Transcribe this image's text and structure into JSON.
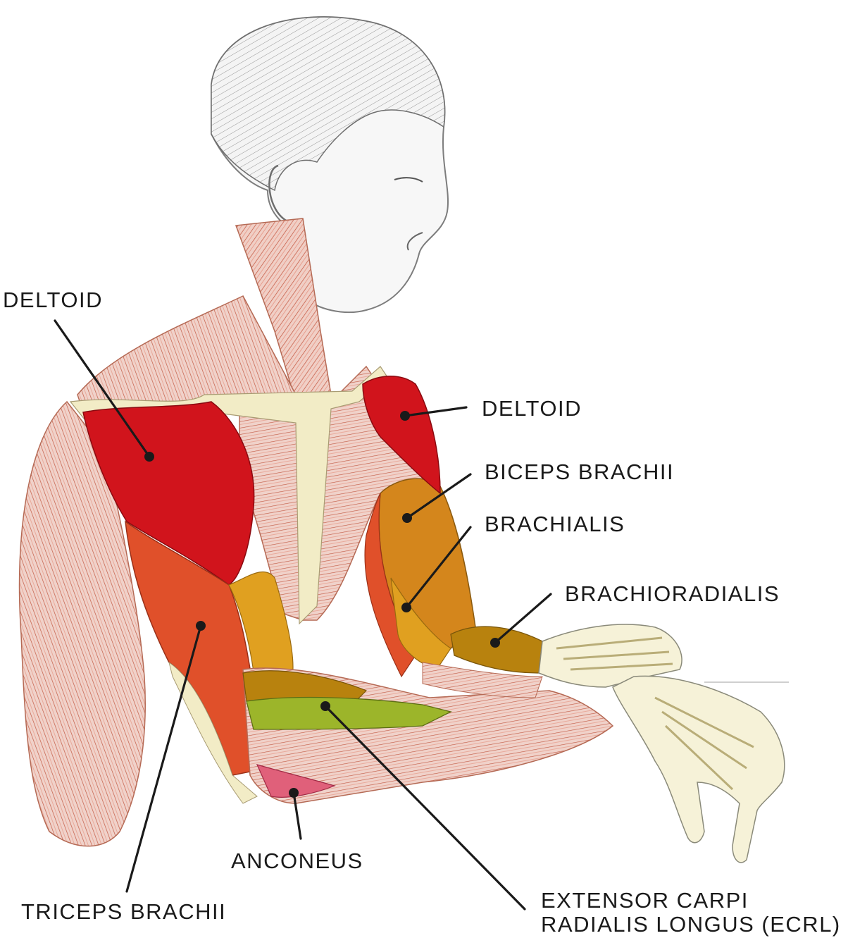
{
  "labels": {
    "deltoid_left": "DELTOID",
    "deltoid_right": "DELTOID",
    "biceps": "BICEPS BRACHII",
    "brachialis": "BRACHIALIS",
    "brachioradialis": "BRACHIORADIALIS",
    "anconeus": "ANCONEUS",
    "triceps": "TRICEPS BRACHII",
    "ecrl_line1": "EXTENSOR CARPI",
    "ecrl_line2": "RADIALIS LONGUS (ECRL)"
  },
  "colors": {
    "deltoid": "#d1141c",
    "triceps": "#e0502a",
    "biceps": "#d4861c",
    "brachialis": "#e0a020",
    "brachioradialis": "#b8820e",
    "ecrl": "#9cb52a",
    "anconeus": "#e0607a",
    "muscle_fiber": "#e9b9b0",
    "tendon": "#f2ecc6",
    "leader_line": "#1a1a1a"
  }
}
